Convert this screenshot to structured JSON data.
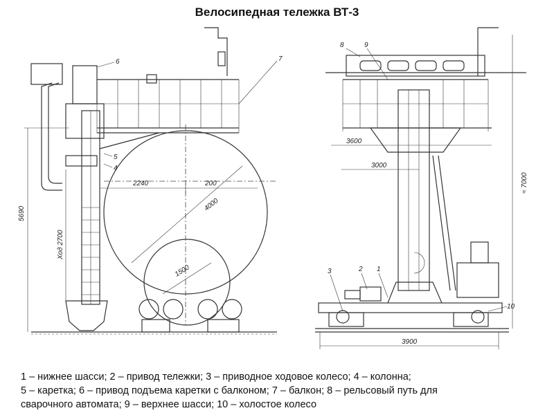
{
  "title": "Велосипедная тележка ВТ-3",
  "dimensions": {
    "d_5690": "5690",
    "d_hod": "Ход 2700",
    "d_2240": "2240",
    "d_200": "200",
    "d_4000": "4000",
    "d_1500": "1500",
    "d_3600": "3600",
    "d_3000": "3000",
    "d_7000": "≈ 7000",
    "d_3900": "3900"
  },
  "callouts": {
    "n1": "1",
    "n2": "2",
    "n3": "3",
    "n4": "4",
    "n5": "5",
    "n6": "6",
    "n7": "7",
    "n8": "8",
    "n9": "9",
    "n10": "10"
  },
  "caption": {
    "l1": "1 – нижнее шасси; 2 – привод тележки; 3 – приводное ходовое колесо; 4 – колонна;",
    "l2": "5 – каретка; 6 – привод подъема каретки с балконом; 7 – балкон; 8 – рельсовый путь для",
    "l3": "сварочного автомата; 9 – верхнее шасси; 10 – холостое колесо"
  }
}
